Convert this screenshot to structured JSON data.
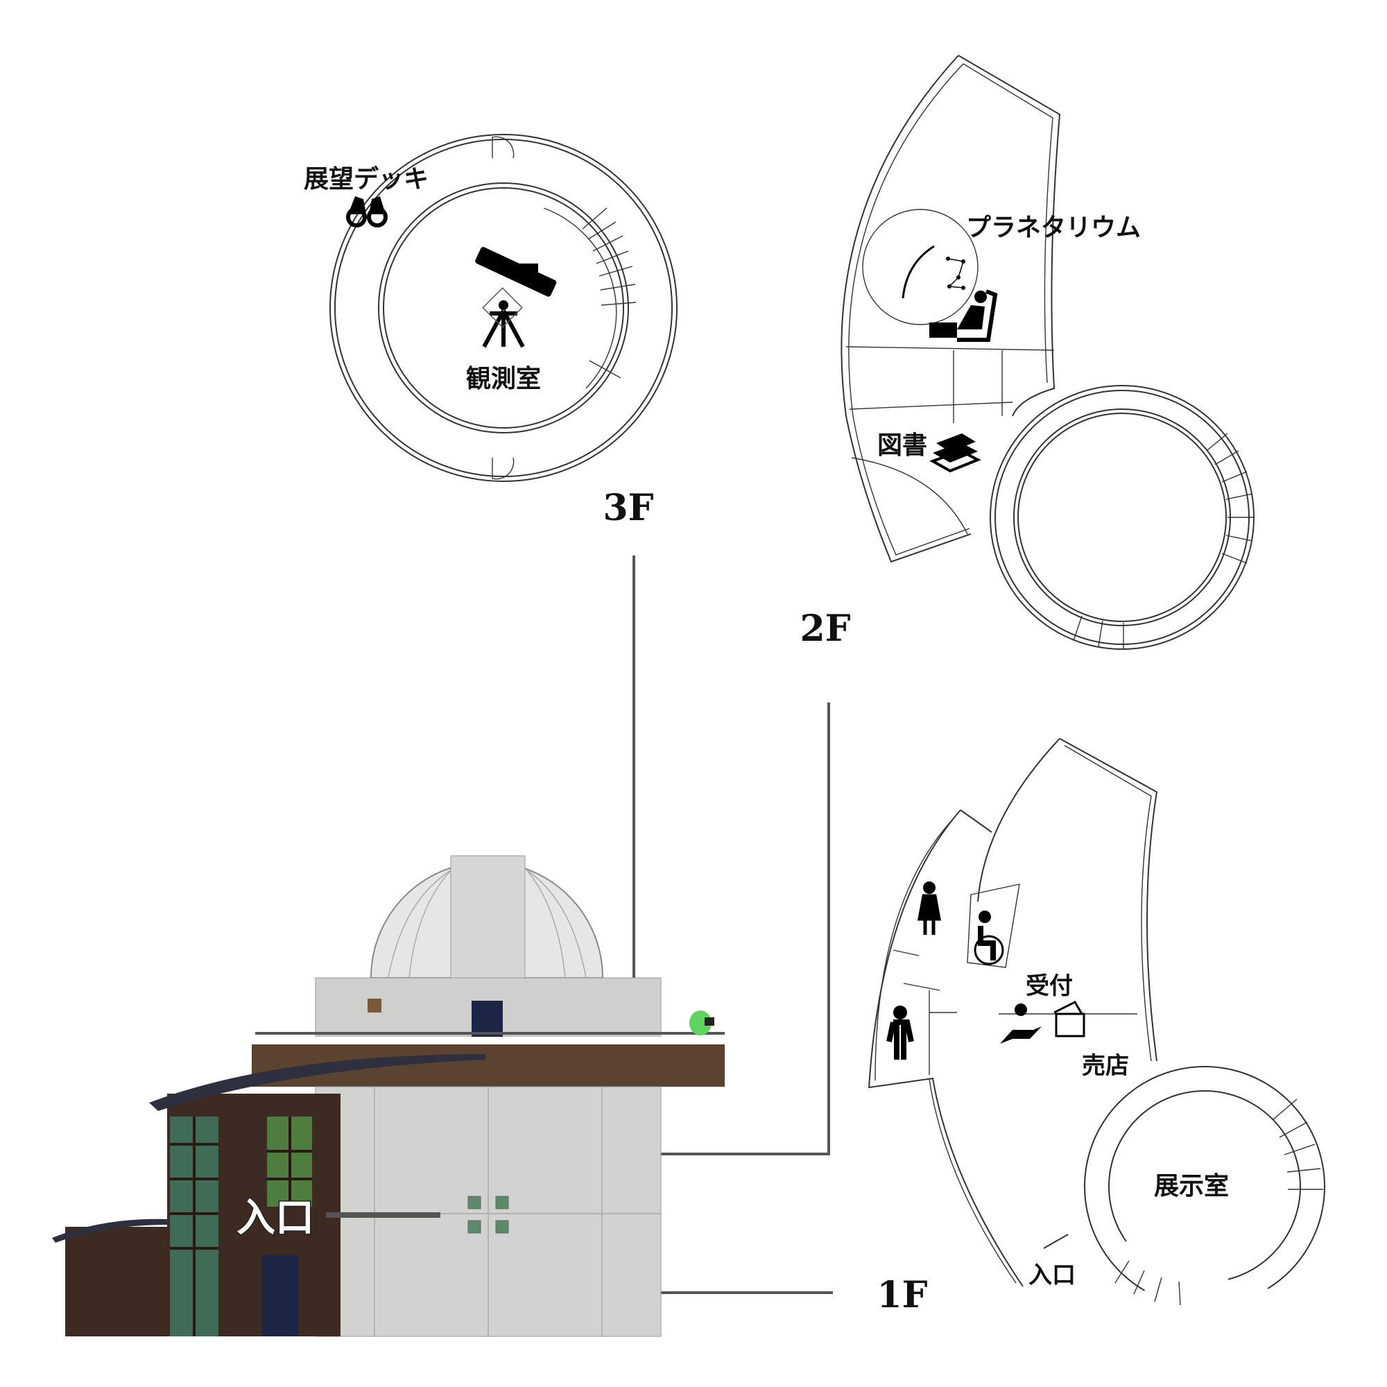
{
  "floors": {
    "f3": {
      "label": "3F",
      "rooms": {
        "deck": "展望デッキ",
        "observatory": "観測室"
      }
    },
    "f2": {
      "label": "2F",
      "rooms": {
        "planetarium": "プラネタリウム",
        "library": "図書"
      }
    },
    "f1": {
      "label": "1F",
      "rooms": {
        "reception": "受付",
        "shop": "売店",
        "exhibition": "展示室",
        "entrance": "入口"
      }
    }
  },
  "elevation": {
    "entrance_label": "入口"
  },
  "colors": {
    "wood": "#3d2a22",
    "concrete": "#d2d2d0",
    "deck": "#5a4330",
    "door": "#1c2545",
    "roof": "#2e3040"
  }
}
